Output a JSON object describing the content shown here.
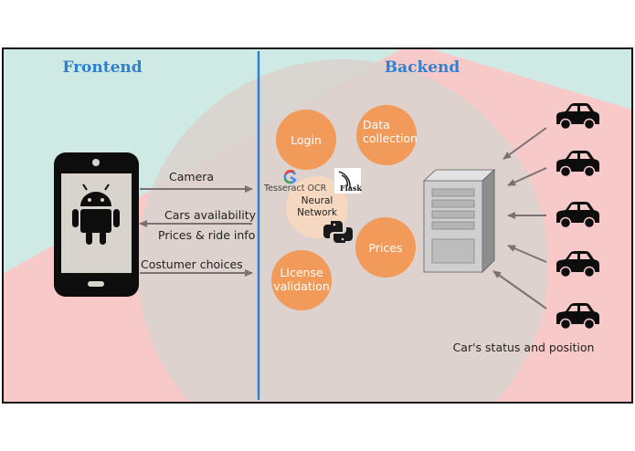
{
  "sections": {
    "frontend": "Frontend",
    "backend": "Backend"
  },
  "arrows": {
    "camera": "Camera",
    "cars_availability": "Cars availability",
    "prices_ride_info": "Prices & ride info",
    "costumer_choices": "Costumer choices"
  },
  "nodes": {
    "login": "Login",
    "data_collection_line1": "Data",
    "data_collection_line2": "collection",
    "prices": "Prices",
    "license_line1": "LIcense",
    "license_line2": "validation",
    "neural_line1": "Neural",
    "neural_line2": "Network"
  },
  "logos": {
    "tesseract": "Tesseract OCR",
    "flask": "Flask"
  },
  "cars_caption": "Car's status and position",
  "colors": {
    "frontend_bg": "#cfe9e5",
    "backend_bg": "#f8c9c9",
    "center_circle": "#d9d3cd",
    "node": "#f29a59",
    "neural": "#f6d7c0",
    "divider": "#2f80d0",
    "title": "#2f80d0",
    "arrow": "#7a7272"
  },
  "icons": [
    "android-icon",
    "phone-icon",
    "server-icon",
    "car-icon",
    "python-icon",
    "google-icon",
    "flask-icon"
  ]
}
